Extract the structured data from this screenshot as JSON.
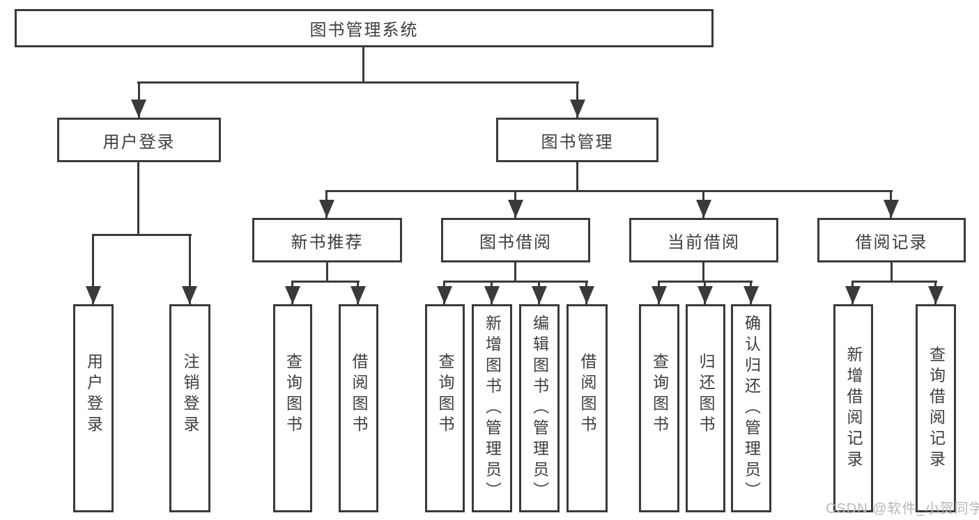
{
  "diagram": {
    "root": "图书管理系统",
    "user_login": {
      "label": "用户登录",
      "children": [
        "用户登录",
        "注销登录"
      ]
    },
    "book_management": {
      "label": "图书管理",
      "children": {
        "new_book": {
          "label": "新书推荐",
          "children": [
            "查询图书",
            "借阅图书"
          ]
        },
        "borrow": {
          "label": "图书借阅",
          "children": [
            "查询图书",
            "新增图书（管理员）",
            "编辑图书（管理员）",
            "借阅图书"
          ]
        },
        "current": {
          "label": "当前借阅",
          "children": [
            "查询图书",
            "归还图书",
            "确认归还（管理员）"
          ]
        },
        "records": {
          "label": "借阅记录",
          "children": [
            "新增借阅记录",
            "查询借阅记录"
          ]
        }
      }
    }
  },
  "colors": {
    "line": "#3a3a3a",
    "text": "#3d3d3d",
    "watermark": "#b8b8b8",
    "background": "#ffffff"
  },
  "watermark": {
    "text": "CSDN @软件_小贺同学"
  }
}
